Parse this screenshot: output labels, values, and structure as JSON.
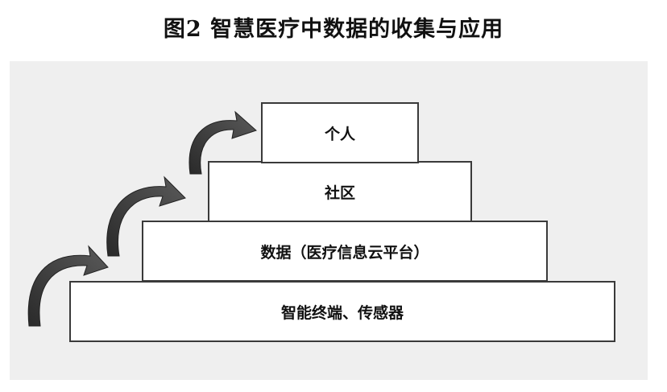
{
  "title": "图2 智慧医疗中数据的收集与应用",
  "levels": [
    "智能终端、传感器",
    "数据（医疗信息云平台）",
    "社区",
    "个人"
  ],
  "colors": {
    "background": "#efefef",
    "box_fill": "#ffffff",
    "box_border": "#3a3a3a",
    "arrow": "#3c3c3c"
  },
  "icons": [
    "curved-arrow-icon"
  ]
}
